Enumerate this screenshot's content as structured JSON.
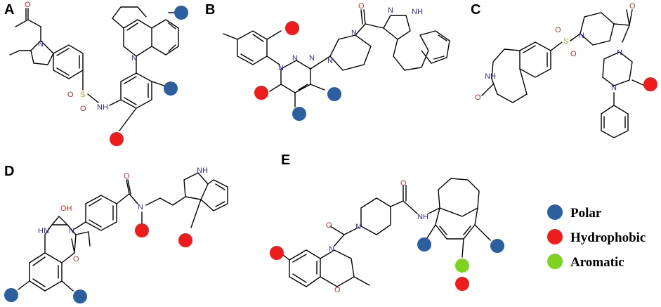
{
  "colors": {
    "polar": "#2b5fa0",
    "hydrophobic": "#ee1c1c",
    "aromatic": "#7ed321",
    "nitrogen": "#2e2e9e",
    "oxygen": "#e02020",
    "sulfur": "#b5a000",
    "bond": "#000000"
  },
  "panels": {
    "a": "A",
    "b": "B",
    "c": "C",
    "d": "D",
    "e": "E"
  },
  "legend": {
    "polar": "Polar",
    "hydrophobic": "Hydrophobic",
    "aromatic": "Aromatic"
  },
  "atoms": {
    "N": "N",
    "O": "O",
    "S": "S",
    "NH": "NH",
    "HN": "HN",
    "OH": "OH"
  }
}
